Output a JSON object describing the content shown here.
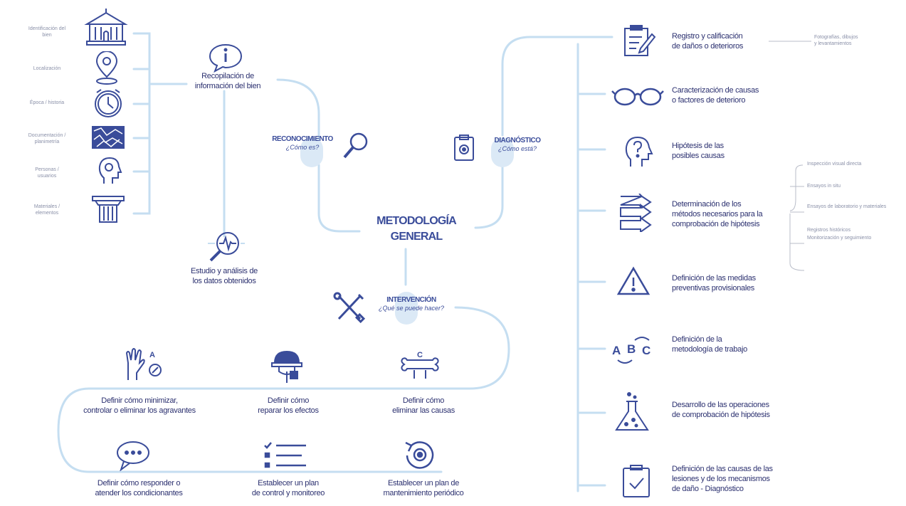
{
  "center": {
    "line1": "METODOLOGÍA",
    "line2": "GENERAL"
  },
  "hubs": {
    "reconocimiento": {
      "title": "RECONOCIMIENTO",
      "question": "¿Cómo es?"
    },
    "diagnostico": {
      "title": "DIAGNÓSTICO",
      "question": "¿Cómo está?"
    },
    "intervencion": {
      "title": "INTERVENCIÓN",
      "question": "¿Qué se puede hacer?"
    }
  },
  "recon_nodes": {
    "recopilacion": {
      "line1": "Recopilación de",
      "line2": "información del bien"
    },
    "estudio": {
      "line1": "Estudio y análisis de",
      "line2": "los datos obtenidos"
    }
  },
  "left_items": [
    {
      "label": "Identificación del bien",
      "icon": "building-icon"
    },
    {
      "label": "Localización",
      "icon": "location-pin-icon"
    },
    {
      "label": "Época / historia",
      "icon": "clock-icon"
    },
    {
      "label": "Documentación / planimetría",
      "icon": "map-icon"
    },
    {
      "label": "Personas / usuarios",
      "icon": "head-icon"
    },
    {
      "label": "Materiales / elementos",
      "icon": "column-icon"
    }
  ],
  "diagnostico_items": [
    {
      "line1": "Registro y calificación",
      "line2": "de daños o deterioros",
      "line3": "",
      "icon": "clipboard-edit-icon"
    },
    {
      "line1": "Caracterización de causas",
      "line2": "o factores de deterioro",
      "line3": "",
      "icon": "glasses-icon"
    },
    {
      "line1": "Hipótesis de las",
      "line2": "posibles causas",
      "line3": "",
      "icon": "head-question-icon"
    },
    {
      "line1": "Determinación de los",
      "line2": "métodos necesarios para la",
      "line3": "comprobación de hipótesis",
      "icon": "arrows-icon"
    },
    {
      "line1": "Definición de las medidas",
      "line2": "preventivas provisionales",
      "line3": "",
      "icon": "warning-icon"
    },
    {
      "line1": "Definición de la",
      "line2": "metodología de trabajo",
      "line3": "",
      "icon": "abc-icon"
    },
    {
      "line1": "Desarrollo de las operaciones",
      "line2": "de comprobación de hipótesis",
      "line3": "",
      "icon": "flask-icon"
    },
    {
      "line1": "Definición de las causas de las",
      "line2": "lesiones y de los mecanismos",
      "line3": "de daño - Diagnóstico",
      "icon": "checklist-icon"
    }
  ],
  "side_notes": {
    "note_a": [
      "Fotografías, dibujos",
      "y levantamientos"
    ],
    "note_b": [
      "Inspección visual directa",
      "Ensayos in situ",
      "Ensayos de laboratorio y materiales",
      "Registros históricos",
      "Monitorización y seguimiento"
    ]
  },
  "intervencion_items": [
    {
      "line1": "Definir cómo minimizar,",
      "line2": "controlar o eliminar los agravantes",
      "icon": "hand-tool-icon",
      "badge": "A"
    },
    {
      "line1": "Definir cómo",
      "line2": "reparar los efectos",
      "icon": "helmet-icon",
      "badge": ""
    },
    {
      "line1": "Definir cómo",
      "line2": "eliminar las causas",
      "icon": "bone-icon",
      "badge": "C"
    },
    {
      "line1": "Definir cómo responder o",
      "line2": "atender los condicionantes",
      "icon": "speech-bubble-icon",
      "badge": ""
    },
    {
      "line1": "Establecer un plan",
      "line2": "de control y monitoreo",
      "icon": "list-icon",
      "badge": ""
    },
    {
      "line1": "Establecer un plan de",
      "line2": "mantenimiento periódico",
      "icon": "refresh-gear-icon",
      "badge": ""
    }
  ],
  "colors": {
    "navy": "#2c3170",
    "accent": "#3a4c9a",
    "line": "#c7dff0",
    "line_dark": "#9fc6e4"
  }
}
